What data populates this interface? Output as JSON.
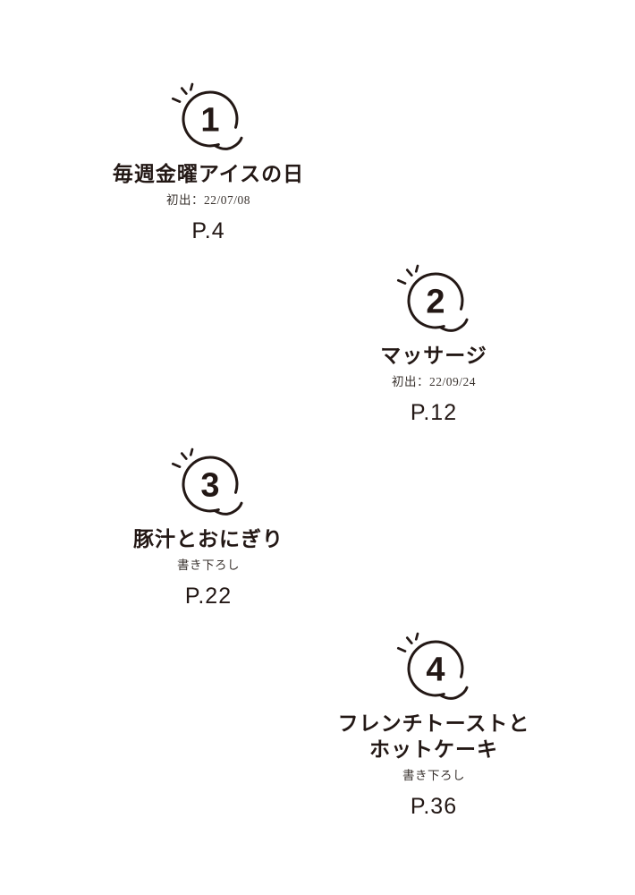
{
  "page": {
    "background_color": "#ffffff",
    "ink_color": "#231815",
    "note_color": "#3a332f"
  },
  "entries": [
    {
      "number": "1",
      "title": "毎週金曜アイスの日",
      "note": "初出：22/07/08",
      "page_label": "P.4"
    },
    {
      "number": "2",
      "title": "マッサージ",
      "note": "初出：22/09/24",
      "page_label": "P.12"
    },
    {
      "number": "3",
      "title": "豚汁とおにぎり",
      "note": "書き下ろし",
      "page_label": "P.22"
    },
    {
      "number": "4",
      "title": "フレンチトーストと",
      "title_line2": "ホットケーキ",
      "note": "書き下ろし",
      "page_label": "P.36"
    }
  ]
}
